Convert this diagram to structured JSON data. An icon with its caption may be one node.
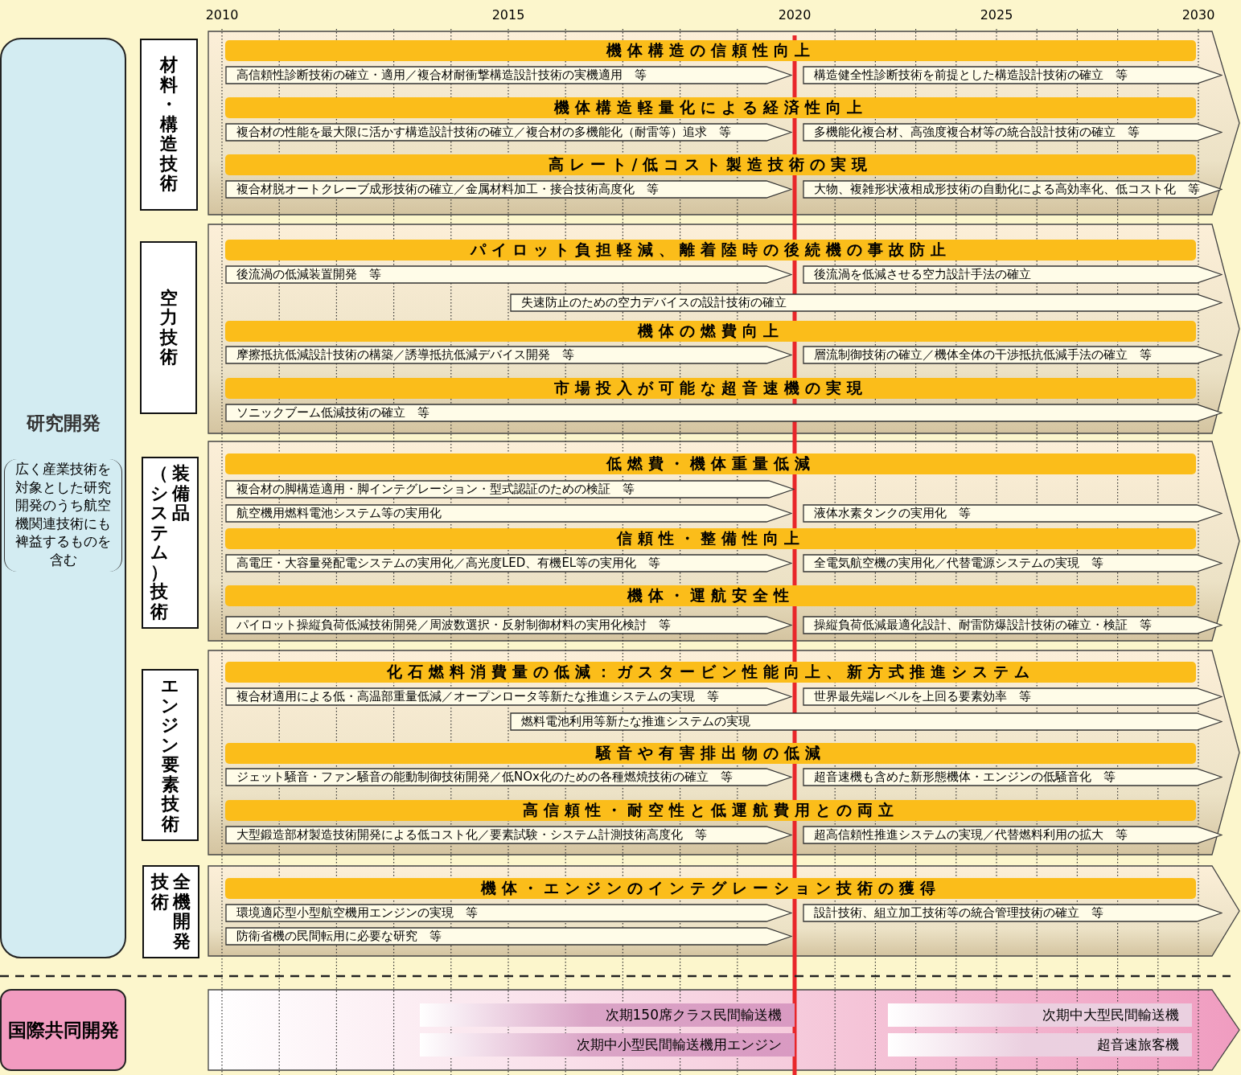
{
  "diagram": {
    "nodes": [
      {
        "text": [
          "研究開発",
          "広く産業技術を対象とした研究開発のうち航空機関連技術にも裨益するものを含む"
        ]
      },
      {
        "text": [
          "材料・構造技術"
        ]
      },
      {
        "text": [],
        "shape": "band"
      },
      {
        "text": [
          "機体構造の信頼性向上"
        ],
        "in": 2
      },
      {
        "text": [
          "高信頼性診断技術の確立・適用／複合材耐衝撃構造設計技術の実機適用　等"
        ],
        "in": 2
      },
      {
        "text": [
          "構造健全性診断技術を前提とした構造設計技術の確立　等"
        ],
        "in": 2
      },
      {
        "text": [
          "機体構造軽量化による経済性向上"
        ],
        "in": 2
      },
      {
        "text": [
          "複合材の性能を最大限に活かす構造設計技術の確立／複合材の多機能化（耐雷等）追求　等"
        ],
        "in": 2
      },
      {
        "text": [
          "多機能化複合材、高強度複合材等の統合設計技術の確立　等"
        ],
        "in": 2
      },
      {
        "text": [
          "高レート/低コスト製造技術の実現"
        ],
        "in": 2
      },
      {
        "text": [
          "複合材脱オートクレーブ成形技術の確立／金属材料加工・接合技術高度化　等"
        ],
        "in": 2
      },
      {
        "text": [
          "大物、複雑形状液相成形技術の自動化による高効率化、低コスト化　等"
        ],
        "in": 2
      },
      {
        "text": [
          "空力技術"
        ]
      },
      {
        "text": [],
        "shape": "band"
      },
      {
        "text": [
          "パイロット負担軽減、離着陸時の後続機の事故防止"
        ],
        "in": 13
      },
      {
        "text": [
          "後流渦の低減装置開発　等"
        ],
        "in": 13
      },
      {
        "text": [
          "後流渦を低減させる空力設計手法の確立"
        ],
        "in": 13
      },
      {
        "text": [
          "失速防止のための空力デバイスの設計技術の確立"
        ],
        "in": 13
      },
      {
        "text": [
          "機体の燃費向上"
        ],
        "in": 13
      },
      {
        "text": [
          "摩擦抵抗低減設計技術の構築／誘導抵抗低減デバイス開発　等"
        ],
        "in": 13
      },
      {
        "text": [
          "層流制御技術の確立／機体全体の干渉抵抗低減手法の確立　等"
        ],
        "in": 13
      },
      {
        "text": [
          "市場投入が可能な超音速機の実現"
        ],
        "in": 13
      },
      {
        "text": [
          "ソニックブーム低減技術の確立　等"
        ],
        "in": 13
      },
      {
        "text": [
          "装備品（システム）技術"
        ]
      },
      {
        "text": [],
        "shape": "band"
      },
      {
        "text": [
          "低燃費・機体重量低減"
        ],
        "in": 24
      },
      {
        "text": [
          "複合材の脚構造適用・脚インテグレーション・型式認証のための検証　等"
        ],
        "in": 24
      },
      {
        "text": [
          "航空機用燃料電池システム等の実用化"
        ],
        "in": 24
      },
      {
        "text": [
          "液体水素タンクの実用化　等"
        ],
        "in": 24
      },
      {
        "text": [
          "信頼性・整備性向上"
        ],
        "in": 24
      },
      {
        "text": [
          "高電圧・大容量発配電システムの実用化／高光度LED、有機EL等の実用化　等"
        ],
        "in": 24
      },
      {
        "text": [
          "全電気航空機の実用化／代替電源システムの実現　等"
        ],
        "in": 24
      },
      {
        "text": [
          "機体・運航安全性"
        ],
        "in": 24
      },
      {
        "text": [
          "パイロット操縦負荷低減技術開発／周波数選択・反射制御材料の実用化検討　等"
        ],
        "in": 24
      },
      {
        "text": [
          "操縦負荷低減最適化設計、耐雷防爆設計技術の確立・検証　等"
        ],
        "in": 24
      },
      {
        "text": [
          "エンジン要素技術"
        ]
      },
      {
        "text": [],
        "shape": "band"
      },
      {
        "text": [
          "化石燃料消費量の低減：ガスタービン性能向上、新方式推進システム"
        ],
        "in": 36
      },
      {
        "text": [
          "複合材適用による低・高温部重量低減／オープンロータ等新たな推進システムの実現　等"
        ],
        "in": 36
      },
      {
        "text": [
          "世界最先端レベルを上回る要素効率　等"
        ],
        "in": 36
      },
      {
        "text": [
          "燃料電池利用等新たな推進システムの実現"
        ],
        "in": 36
      },
      {
        "text": [
          "騒音や有害排出物の低減"
        ],
        "in": 36
      },
      {
        "text": [
          "ジェット騒音・ファン騒音の能動制御技術開発／低NOx化のための各種燃焼技術の確立　等"
        ],
        "in": 36
      },
      {
        "text": [
          "超音速機も含めた新形態機体・エンジンの低騒音化　等"
        ],
        "in": 36
      },
      {
        "text": [
          "高信頼性・耐空性と低運航費用との両立"
        ],
        "in": 36
      },
      {
        "text": [
          "大型鍛造部材製造技術開発による低コスト化／要素試験・システム計測技術高度化　等"
        ],
        "in": 36
      },
      {
        "text": [
          "超高信頼性推進システムの実現／代替燃料利用の拡大　等"
        ],
        "in": 36
      },
      {
        "text": [
          "全機開発技術"
        ]
      },
      {
        "text": [],
        "shape": "band"
      },
      {
        "text": [
          "機体・エンジンのインテグレーション技術の獲得"
        ],
        "in": 48
      },
      {
        "text": [
          "環境適応型小型航空機用エンジンの実現　等"
        ],
        "in": 48
      },
      {
        "text": [
          "設計技術、組立加工技術等の統合管理技術の確立　等"
        ],
        "in": 48
      },
      {
        "text": [
          "防衛省機の民間転用に必要な研究　等"
        ],
        "in": 48
      },
      {
        "text": [
          "国際共同開発"
        ]
      },
      {
        "text": [],
        "shape": "band"
      },
      {
        "text": [
          "次期150席クラス民間輸送機"
        ],
        "in": 54
      },
      {
        "text": [
          "次期中小型民間輸送機用エンジン"
        ],
        "in": 54
      },
      {
        "text": [
          "次期中大型民間輸送機"
        ],
        "in": 54
      },
      {
        "text": [
          "超音速旅客機"
        ],
        "in": 54
      }
    ],
    "labels": [
      "2010",
      "2015",
      "2020",
      "2025",
      "2030"
    ]
  }
}
